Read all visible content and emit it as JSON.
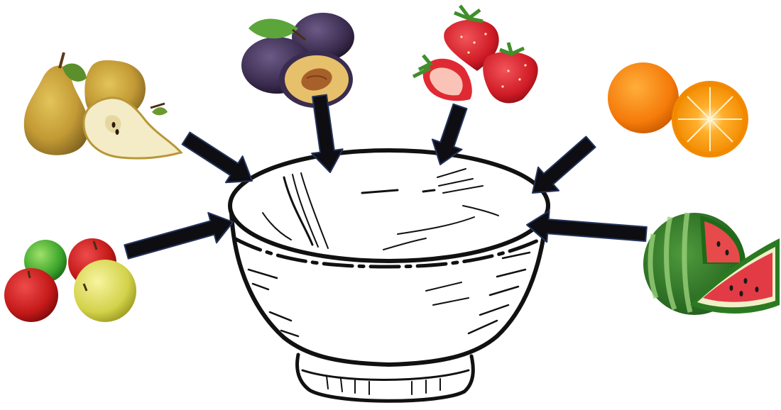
{
  "diagram": {
    "center": {
      "name": "bowl",
      "icon": "bowl-icon"
    },
    "inputs": [
      {
        "name": "pears",
        "icon": "pear-icon"
      },
      {
        "name": "plums",
        "icon": "plum-icon"
      },
      {
        "name": "strawberries",
        "icon": "strawberry-icon"
      },
      {
        "name": "orange",
        "icon": "orange-icon"
      },
      {
        "name": "apples",
        "icon": "apple-icon"
      },
      {
        "name": "watermelon",
        "icon": "watermelon-icon"
      }
    ],
    "arrow_count": 6
  },
  "colors": {
    "arrow_fill": "#0d0d12",
    "arrow_outline": "#24335a",
    "bowl_line": "#111111",
    "background": "#ffffff"
  }
}
